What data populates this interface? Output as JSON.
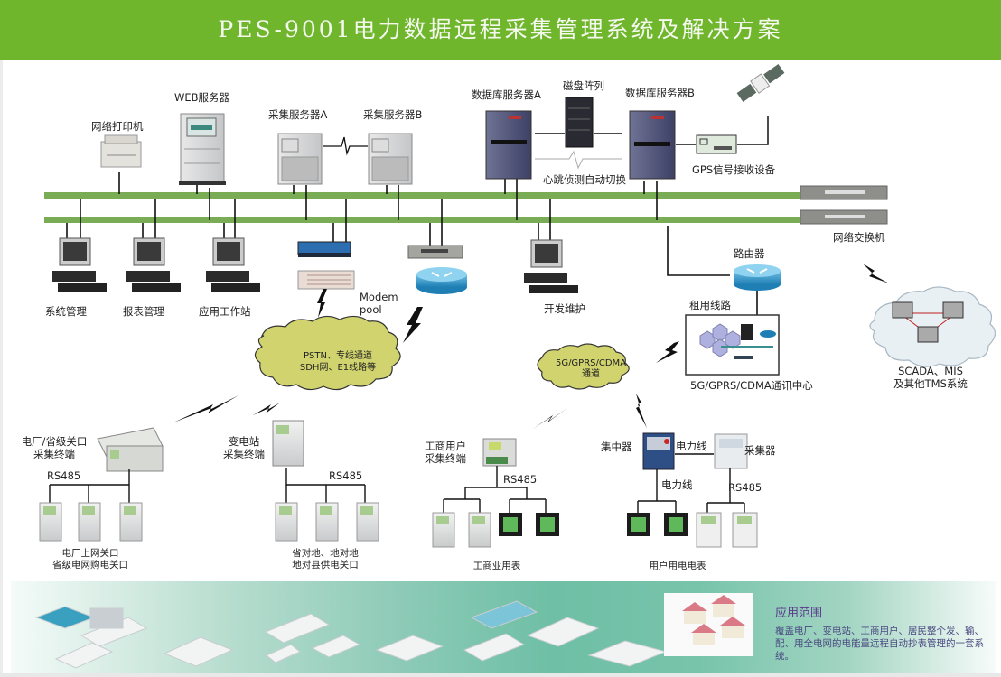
{
  "header": {
    "title": "PES-9001电力数据远程采集管理系统及解决方案",
    "background_color": "#6fb62c"
  },
  "server_tier": {
    "network_printer": "网络打印机",
    "web_server": "WEB服务器",
    "collect_server_a": "采集服务器A",
    "collect_server_b": "采集服务器B",
    "db_server_a": "数据库服务器A",
    "disk_array": "磁盘阵列",
    "db_server_b": "数据库服务器B",
    "heartbeat": "心跳侦测自动切换",
    "gps_device": "GPS信号接收设备",
    "network_switch": "网络交换机",
    "bus_color": "#7aab55"
  },
  "workstations": [
    {
      "label": "系统管理"
    },
    {
      "label": "报表管理"
    },
    {
      "label": "应用工作站"
    },
    {
      "label": "开发维护"
    }
  ],
  "comm": {
    "modem_pool": [
      "Modem",
      "pool"
    ],
    "router": "路由器",
    "leased_line": "租用线路",
    "wired_cloud": [
      "PSTN、专线通道",
      "SDH网、E1线路等"
    ],
    "wireless_cloud": [
      "5G/GPRS/CDMA",
      "通道"
    ],
    "wireless_center": "5G/GPRS/CDMA通讯中心",
    "cloud_color": "#d1d46e",
    "external_systems": [
      "SCADA、MIS",
      "及其他TMS系统"
    ]
  },
  "terminals": {
    "plant": {
      "title": [
        "电厂/省级关口",
        "采集终端"
      ],
      "bus": "RS485",
      "caption": [
        "电厂上网关口",
        "省级电网购电关口"
      ]
    },
    "substation": {
      "title": [
        "变电站",
        "采集终端"
      ],
      "bus": "RS485",
      "caption": [
        "省对地、地对地",
        "地对县供电关口"
      ]
    },
    "commercial": {
      "title": [
        "工商用户",
        "采集终端"
      ],
      "bus": "RS485",
      "caption": [
        "工商业用表"
      ]
    },
    "residential": {
      "concentrator": "集中器",
      "power_line_top": "电力线",
      "collector": "采集器",
      "power_line": "电力线",
      "bus": "RS485",
      "caption": [
        "用户用电电表"
      ]
    }
  },
  "scope": {
    "title": "应用范围",
    "text": "覆盖电厂、变电站、工商用户、居民整个发、输、配、用全电网的电能量远程自动抄表管理的一套系统。"
  }
}
